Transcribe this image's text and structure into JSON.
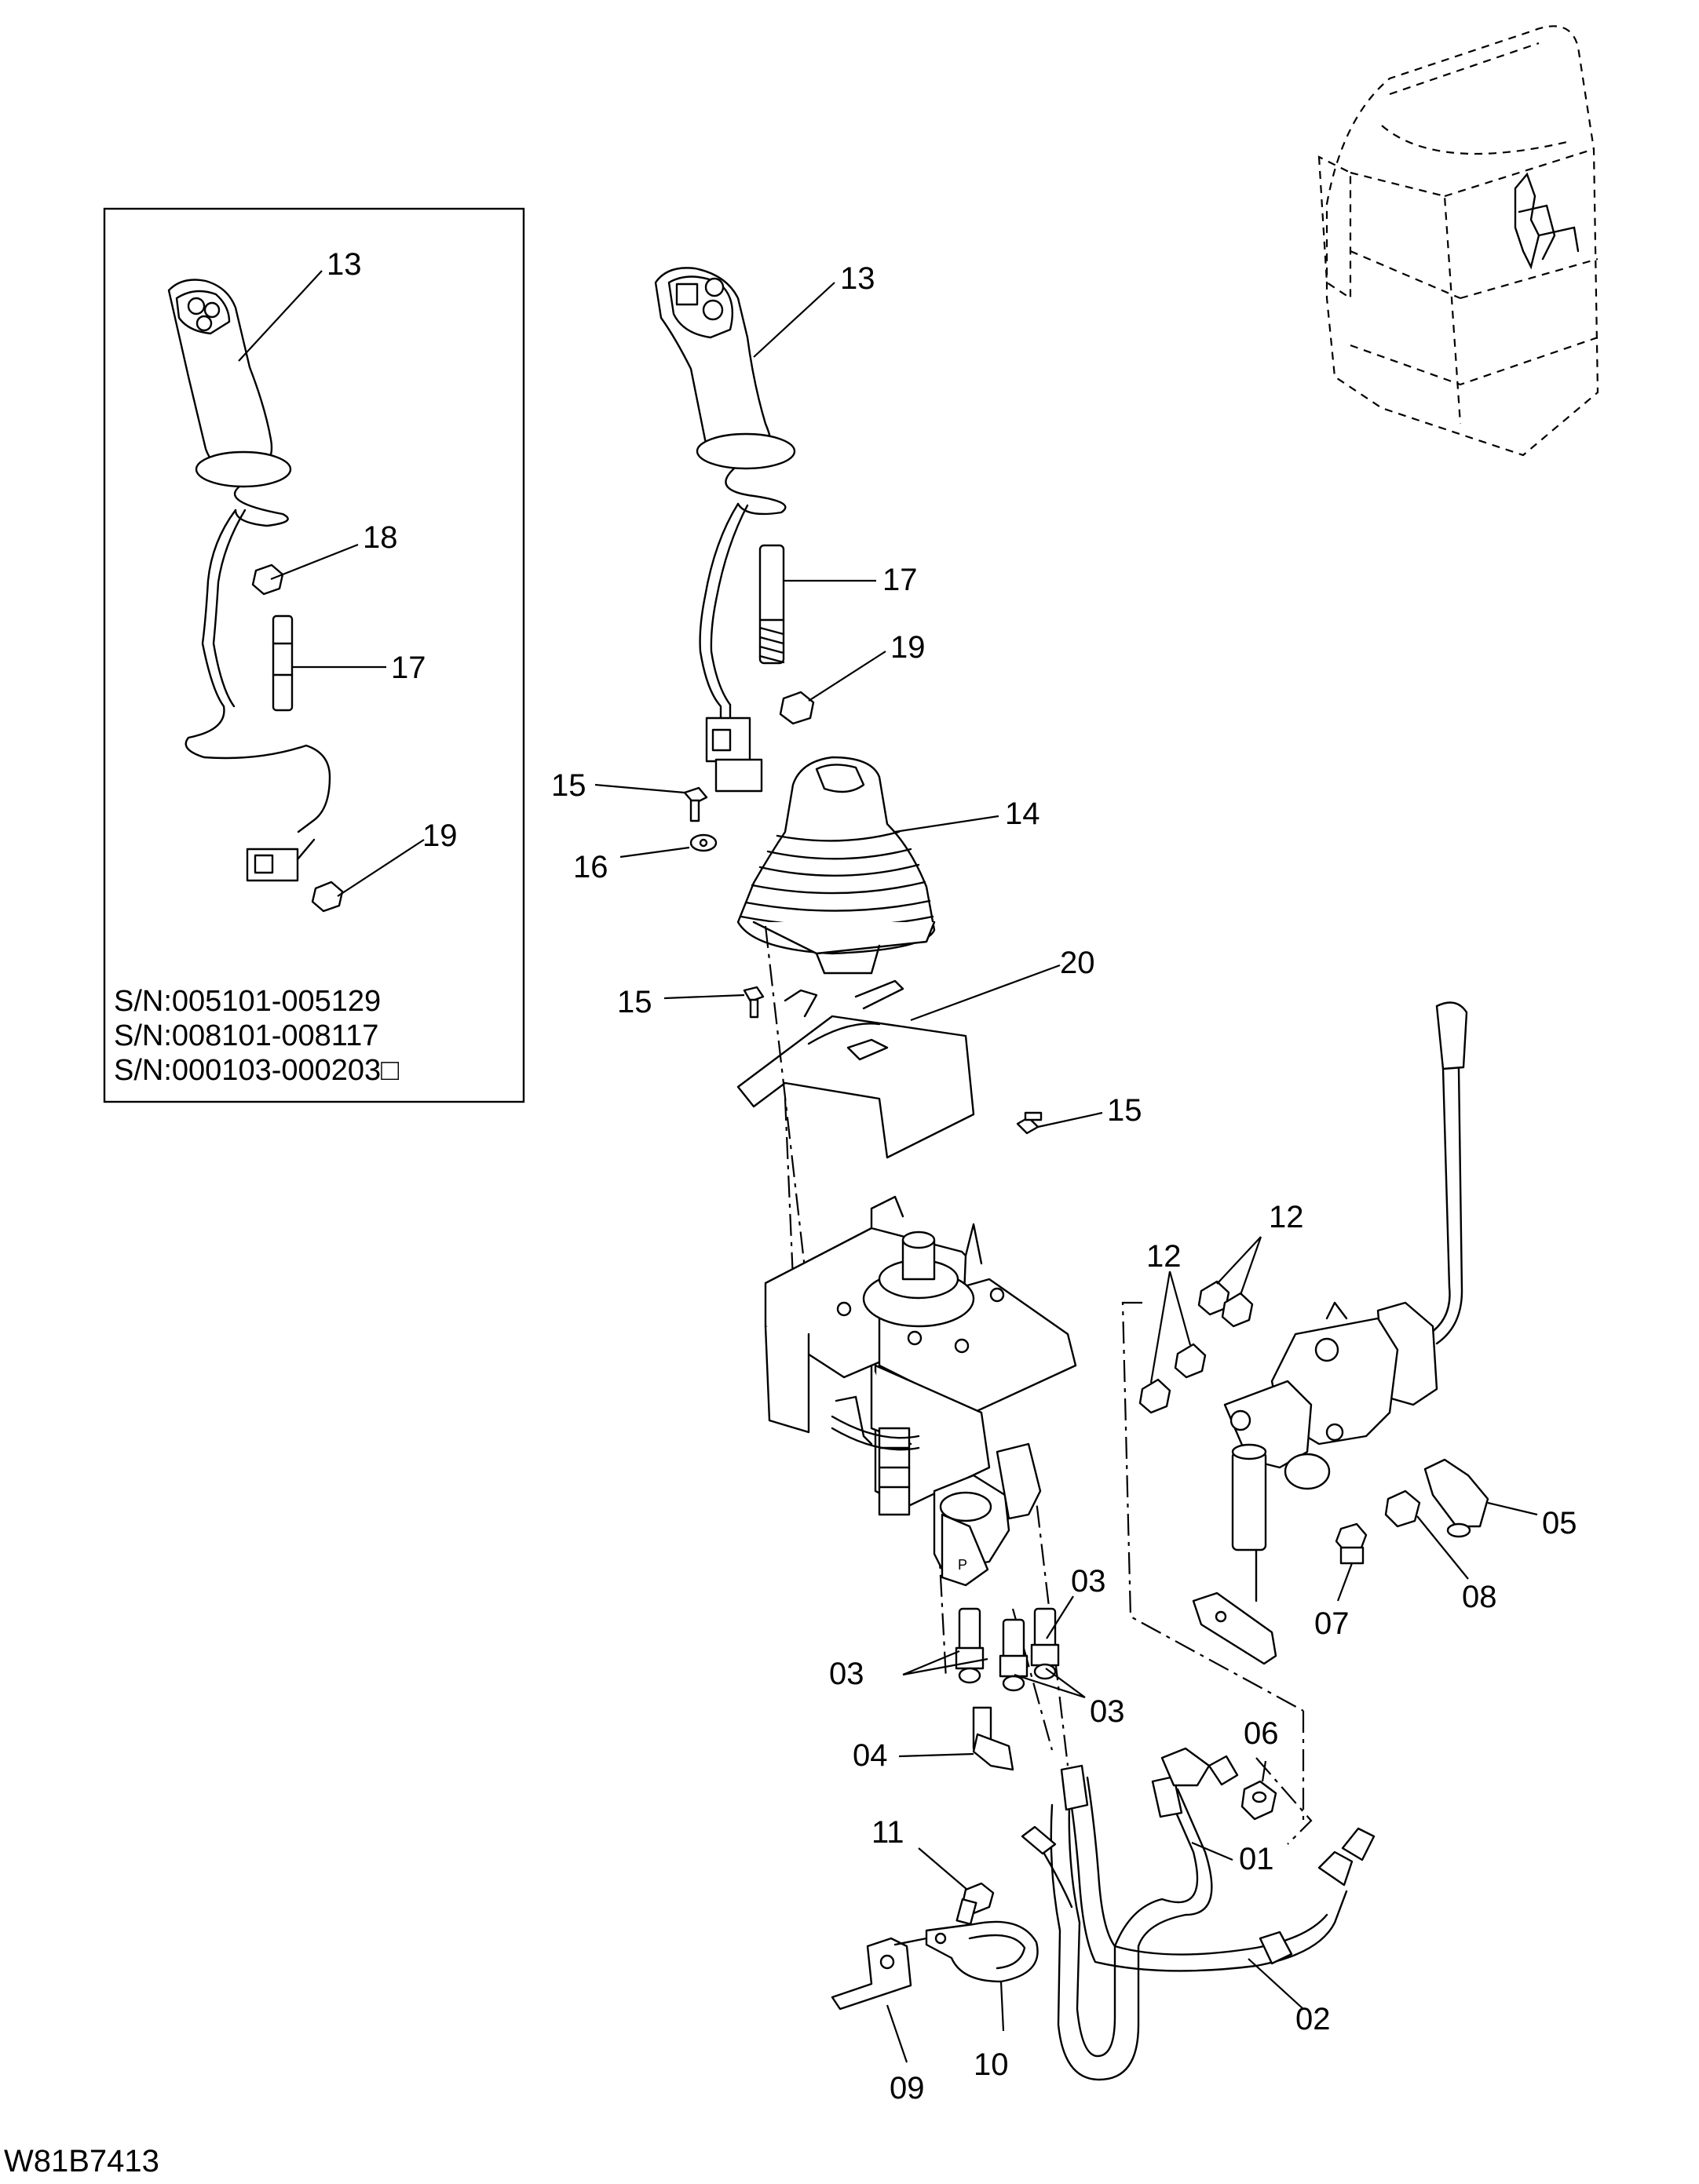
{
  "drawing_code": "W81B7413",
  "inset": {
    "serial_lines": [
      "S/N:005101-005129",
      "S/N:008101-008117",
      "S/N:000103-000203□"
    ]
  },
  "callouts": {
    "c13a": "13",
    "c18": "18",
    "c17a": "17",
    "c19a": "19",
    "c13b": "13",
    "c17b": "17",
    "c19b": "19",
    "c15a": "15",
    "c16": "16",
    "c14": "14",
    "c15b": "15",
    "c20": "20",
    "c15c": "15",
    "c12a": "12",
    "c12b": "12",
    "c05": "05",
    "c08": "08",
    "c07": "07",
    "c03a": "03",
    "c03b": "03",
    "c03c": "03",
    "c04": "04",
    "c06": "06",
    "c01": "01",
    "c11": "11",
    "c02": "02",
    "c10": "10",
    "c09": "09"
  }
}
